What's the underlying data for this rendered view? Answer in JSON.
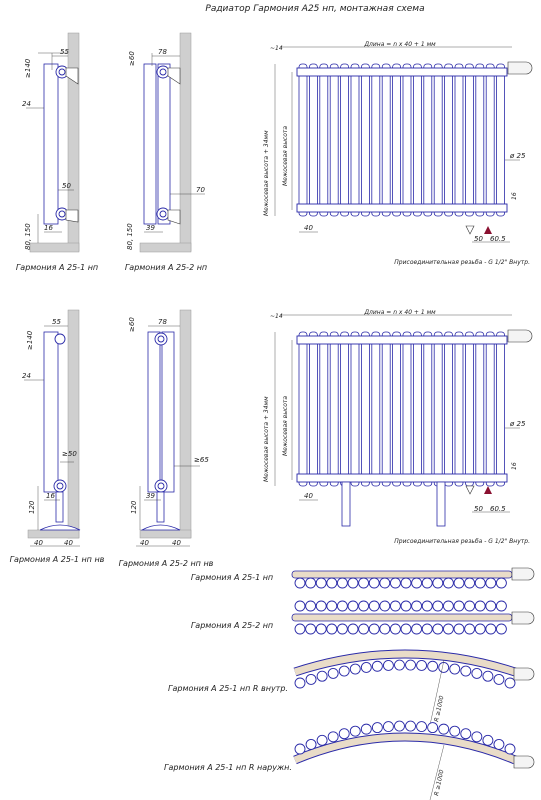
{
  "title": "Радиатор Гармония А25 нп, монтажная схема",
  "side_views": [
    {
      "caption": "Гармония  А 25-1 нп",
      "dims": [
        "55",
        "≥140",
        "24",
        "50",
        "80, 150",
        "16"
      ]
    },
    {
      "caption": "Гармония  А 25-2 нп",
      "dims": [
        "78",
        "≥60",
        "70",
        "39",
        "80, 150"
      ]
    },
    {
      "caption": "Гармония  А 25-1 нп нв",
      "dims": [
        "55",
        "≥140",
        "24",
        "≥50",
        "16",
        "120",
        "40",
        "40"
      ]
    },
    {
      "caption": "Гармония  А 25-2 нп нв",
      "dims": [
        "78",
        "≥60",
        "≥65",
        "39",
        "120",
        "40",
        "40"
      ]
    }
  ],
  "front_views": [
    {
      "length": "Длина = n x 40 + 1 мм",
      "offset": "~14",
      "height_label": "Межосевая высота + 34мм",
      "axis_label": "Межосевая высота",
      "dia": "ø 25",
      "d16": "16",
      "d40": "40",
      "d50": "50",
      "d605": "60.5",
      "thread": "Присоединительная резьба - G 1/2\" Внутр."
    },
    {
      "length": "Длина = n x 40 + 1 мм",
      "offset": "~14",
      "height_label": "Межосевая высота + 34мм",
      "axis_label": "Межосевая высота",
      "dia": "ø 25",
      "d16": "16",
      "d40": "40",
      "d50": "50",
      "d605": "60.5",
      "thread": "Присоединительная резьба - G 1/2\" Внутр."
    }
  ],
  "top_views": [
    {
      "caption": "Гармония  А 25-1 нп"
    },
    {
      "caption": "Гармония  А 25-2 нп"
    },
    {
      "caption": "Гармония  А 25-1 нп R внутр.",
      "radius": "R ≥1000"
    },
    {
      "caption": "Гармония  А 25-1 нп R наружн.",
      "radius": "R ≥1000"
    }
  ],
  "colors": {
    "line": "#2a2aa8",
    "wall": "#cfcfcf",
    "bar": "#e9dcc8",
    "arrow": "#8a1030"
  }
}
